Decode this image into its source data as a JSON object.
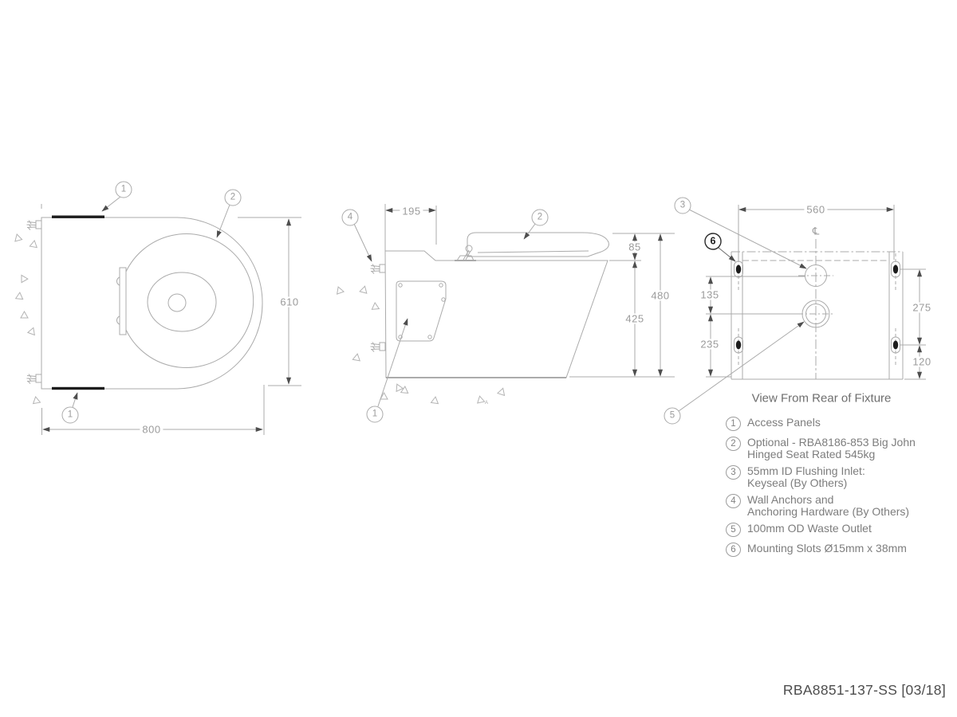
{
  "drawing": {
    "title": "RBA8851-137-SS [03/18]",
    "rear_caption": "View From Rear of Fixture",
    "centerline_symbol": "℄",
    "marker_letter": "A"
  },
  "callouts": {
    "c1": "1",
    "c2": "2",
    "c3": "3",
    "c4": "4",
    "c5": "5",
    "c6": "6"
  },
  "dimensions": {
    "top": {
      "width": "800",
      "depth": "610"
    },
    "side": {
      "inlet_offset": "195",
      "seat_height": "85",
      "overall_height": "480",
      "bowl_height": "425"
    },
    "rear": {
      "slot_spacing": "560",
      "inlet_to_outlet": "135",
      "outlet_height": "235",
      "slot_span": "275",
      "slot_height": "120"
    }
  },
  "legend": {
    "items": [
      {
        "num": "1",
        "line1": "Access Panels",
        "line2": ""
      },
      {
        "num": "2",
        "line1": "Optional - RBA8186-853 Big John",
        "line2": "Hinged Seat Rated 545kg"
      },
      {
        "num": "3",
        "line1": "55mm ID Flushing Inlet:",
        "line2": "Keyseal (By Others)"
      },
      {
        "num": "4",
        "line1": "Wall Anchors and",
        "line2": "Anchoring Hardware (By Others)"
      },
      {
        "num": "5",
        "line1": "100mm OD Waste Outlet",
        "line2": ""
      },
      {
        "num": "6",
        "line1": "Mounting Slots Ø15mm x 38mm",
        "line2": ""
      }
    ]
  }
}
